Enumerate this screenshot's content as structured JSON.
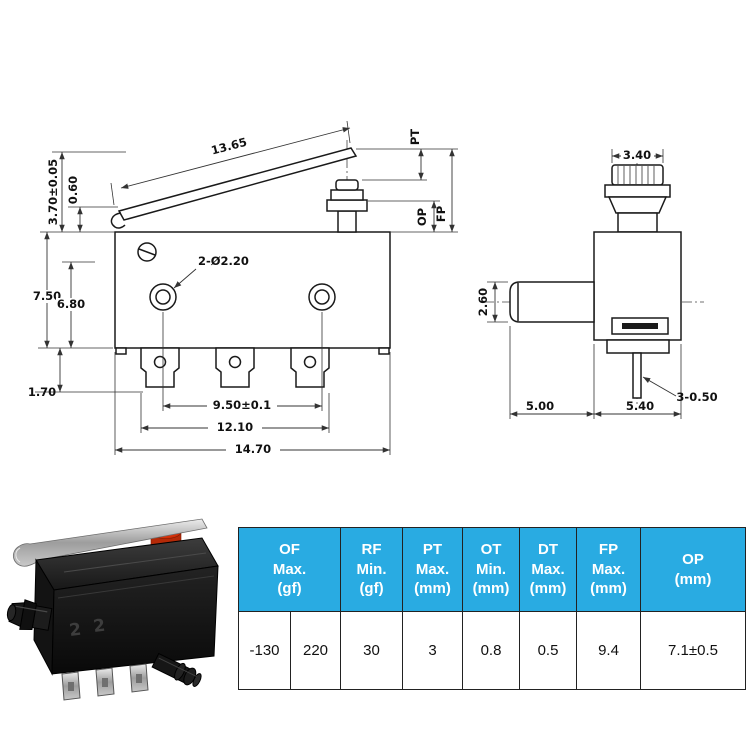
{
  "drawing": {
    "front": {
      "lever_length": "13.65",
      "lever_height": "3.70±0.05",
      "lever_gap": "0.60",
      "height_a": "7.50",
      "height_b": "6.80",
      "terminal_height": "1.70",
      "holes_callout": "2-Ø2.20",
      "hole_pitch": "9.50±0.1",
      "width_mid": "12.10",
      "width_total": "14.70",
      "pt_label": "PT",
      "op_label": "OP",
      "fp_label": "FP"
    },
    "side": {
      "top_width": "3.40",
      "boss_height": "2.60",
      "length_a": "5.00",
      "length_b": "5.40",
      "pin_callout": "3-0.50"
    }
  },
  "photo": {
    "molded_marks": [
      "2",
      "2"
    ]
  },
  "table": {
    "header_bg": "#29abe2",
    "headers": [
      "OF\nMax.\n(gf)",
      "RF\nMin.\n(gf)",
      "PT\nMax.\n(mm)",
      "OT\nMin.\n(mm)",
      "DT\nMax.\n(mm)",
      "FP\nMax.\n(mm)",
      "OP\n(mm)"
    ],
    "values": [
      "-130",
      "220",
      "30",
      "3",
      "0.8",
      "0.5",
      "9.4",
      "7.1±0.5"
    ]
  }
}
